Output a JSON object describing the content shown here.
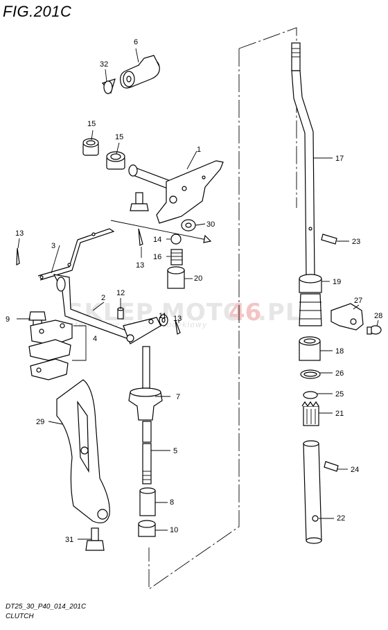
{
  "figure": {
    "title": "FIG.201C",
    "code": "DT25_30_P40_014_201C",
    "subtitle": "CLUTCH"
  },
  "watermark": {
    "main_left": "SKLEP",
    "main_mid": "MOTO",
    "main_accent": "46",
    "main_right": ".PL",
    "tagline": "internetowy sklep motocyklowy"
  },
  "callouts": [
    "1",
    "2",
    "3",
    "4",
    "5",
    "6",
    "7",
    "8",
    "9",
    "10",
    "11",
    "12",
    "13",
    "13",
    "13",
    "14",
    "15",
    "15",
    "16",
    "17",
    "18",
    "19",
    "20",
    "21",
    "22",
    "23",
    "24",
    "25",
    "26",
    "27",
    "28",
    "29",
    "30",
    "31",
    "32"
  ]
}
